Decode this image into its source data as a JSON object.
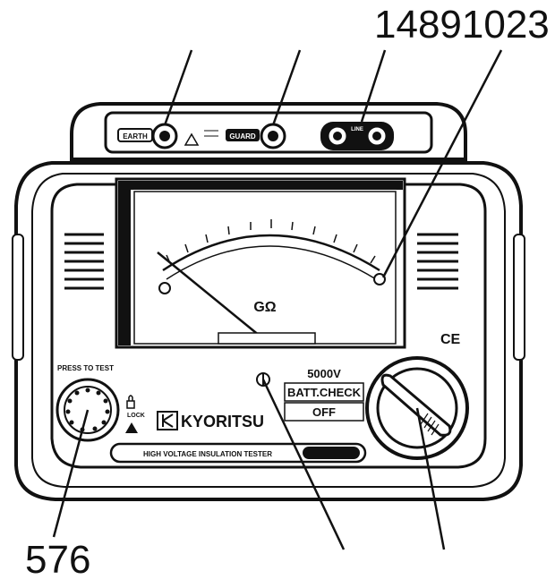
{
  "callouts": {
    "top_right": "14891023",
    "bottom_left": "576"
  },
  "device": {
    "brand": "KYORITSU",
    "product_line": "HIGH VOLTAGE INSULATION TESTER",
    "terminals": {
      "earth": "EARTH",
      "guard": "GUARD",
      "line": "LINE"
    },
    "meter": {
      "unit": "GΩ"
    },
    "dial": {
      "positions": [
        "5000V",
        "BATT.CHECK",
        "OFF"
      ]
    },
    "press_to_test": "PRESS TO TEST",
    "lock": "LOCK",
    "ce_mark": "CE"
  }
}
